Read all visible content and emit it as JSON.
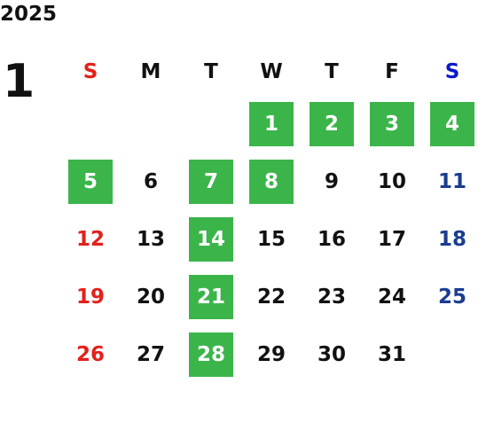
{
  "calendar": {
    "year": "2025",
    "month": "1",
    "weekdays": [
      {
        "label": "S",
        "kind": "sun"
      },
      {
        "label": "M",
        "kind": "weekday"
      },
      {
        "label": "T",
        "kind": "weekday"
      },
      {
        "label": "W",
        "kind": "weekday"
      },
      {
        "label": "T",
        "kind": "weekday"
      },
      {
        "label": "F",
        "kind": "weekday"
      },
      {
        "label": "S",
        "kind": "sat"
      }
    ],
    "first_weekday_index": 3,
    "days_in_month": 31,
    "marked_days": [
      1,
      2,
      3,
      4,
      5,
      7,
      8,
      14,
      21,
      28
    ],
    "colors": {
      "marked_bg": "#3bb54a",
      "marked_text": "#ffffff",
      "sunday": "#e3201b",
      "saturday_header": "#0a18c8",
      "saturday": "#1a3d8f",
      "default": "#111111"
    }
  }
}
